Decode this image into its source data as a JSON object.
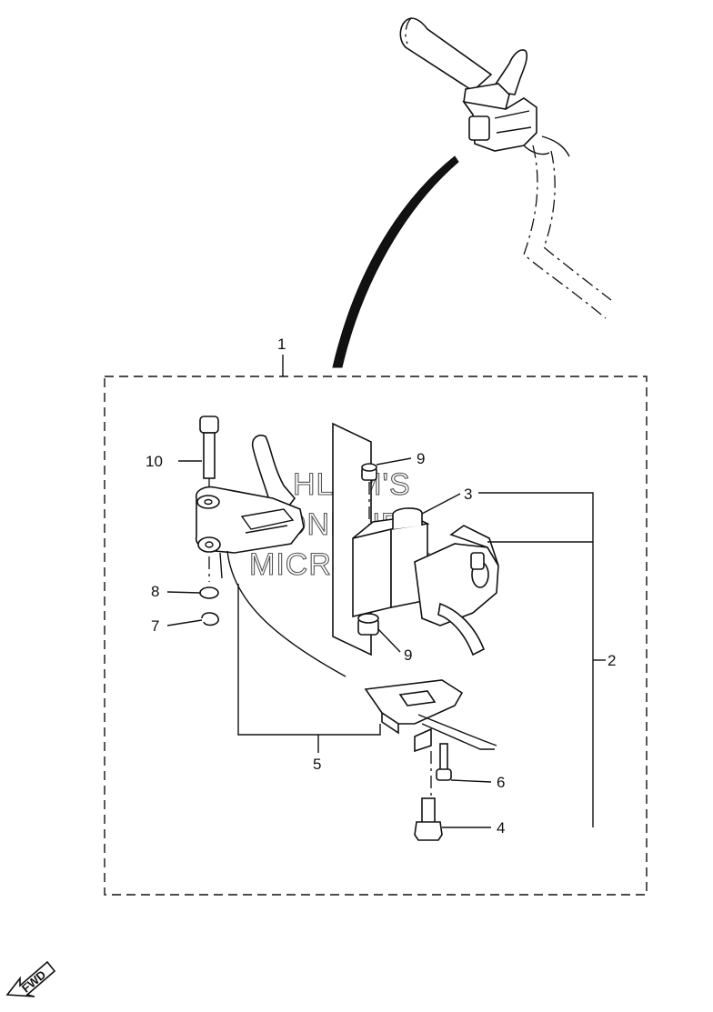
{
  "callouts": {
    "c1": "1",
    "c2": "2",
    "c3": "3",
    "c4": "4",
    "c5": "5",
    "c6": "6",
    "c7": "7",
    "c8": "8",
    "c9a": "9",
    "c9b": "9",
    "c10": "10"
  },
  "watermark": {
    "line1": "HLSM'S",
    "line2": "ONLINE",
    "line3": "MICROFICHE"
  },
  "fwd_label": "FWD",
  "colors": {
    "ink": "#111111",
    "paper": "#ffffff",
    "watermark": "#555555"
  }
}
